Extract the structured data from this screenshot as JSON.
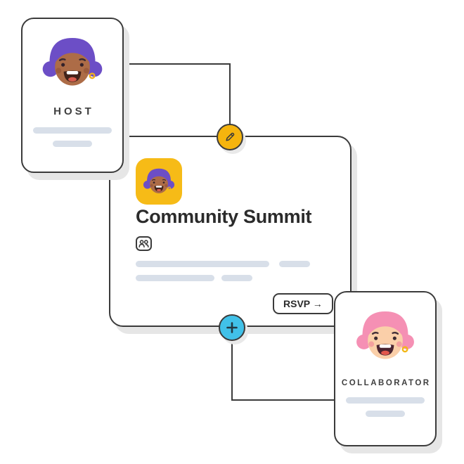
{
  "host_card": {
    "label": "HOST"
  },
  "event_card": {
    "title": "Community Summit",
    "rsvp_label": "RSVP →"
  },
  "collaborator_card": {
    "label": "COLLABORATOR"
  },
  "icons": {
    "edit": "pencil-icon",
    "add": "plus-icon",
    "attendees": "group-icon"
  },
  "colors": {
    "outline": "#3b3b3b",
    "skeleton": "#d8dfe9",
    "edit_accent": "#f5b40e",
    "add_accent": "#41c1e8",
    "app_icon_bg": "#f6bb17",
    "host_hair": "#6c4ec6",
    "collaborator_hair": "#f590b4",
    "shadow": "#e6e6e6"
  }
}
